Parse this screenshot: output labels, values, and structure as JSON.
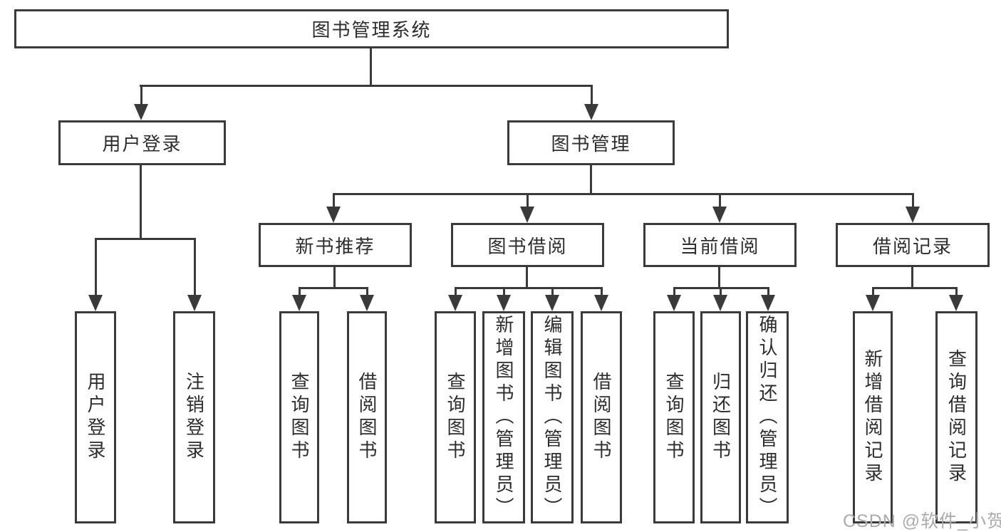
{
  "diagram": {
    "root": {
      "label": "图书管理系统"
    },
    "level1": [
      {
        "label": "用户登录"
      },
      {
        "label": "图书管理"
      }
    ],
    "level2": [
      {
        "label": "新书推荐"
      },
      {
        "label": "图书借阅"
      },
      {
        "label": "当前借阅"
      },
      {
        "label": "借阅记录"
      }
    ],
    "leaves": {
      "login": [
        "用户登录",
        "注销登录"
      ],
      "newbook": [
        "查询图书",
        "借阅图书"
      ],
      "borrow": [
        "查询图书",
        "新增图书（管理员）",
        "编辑图书（管理员）",
        "借阅图书"
      ],
      "current": [
        "查询图书",
        "归还图书",
        "确认归还（管理员）"
      ],
      "record": [
        "新增借阅记录",
        "查询借阅记录"
      ]
    },
    "colors": {
      "line": "#3a3a3a",
      "text": "#2d2d2d",
      "background": "#ffffff",
      "watermark": "#ababab"
    }
  },
  "watermark": {
    "text": "CSDN @软件_小贺同学"
  }
}
